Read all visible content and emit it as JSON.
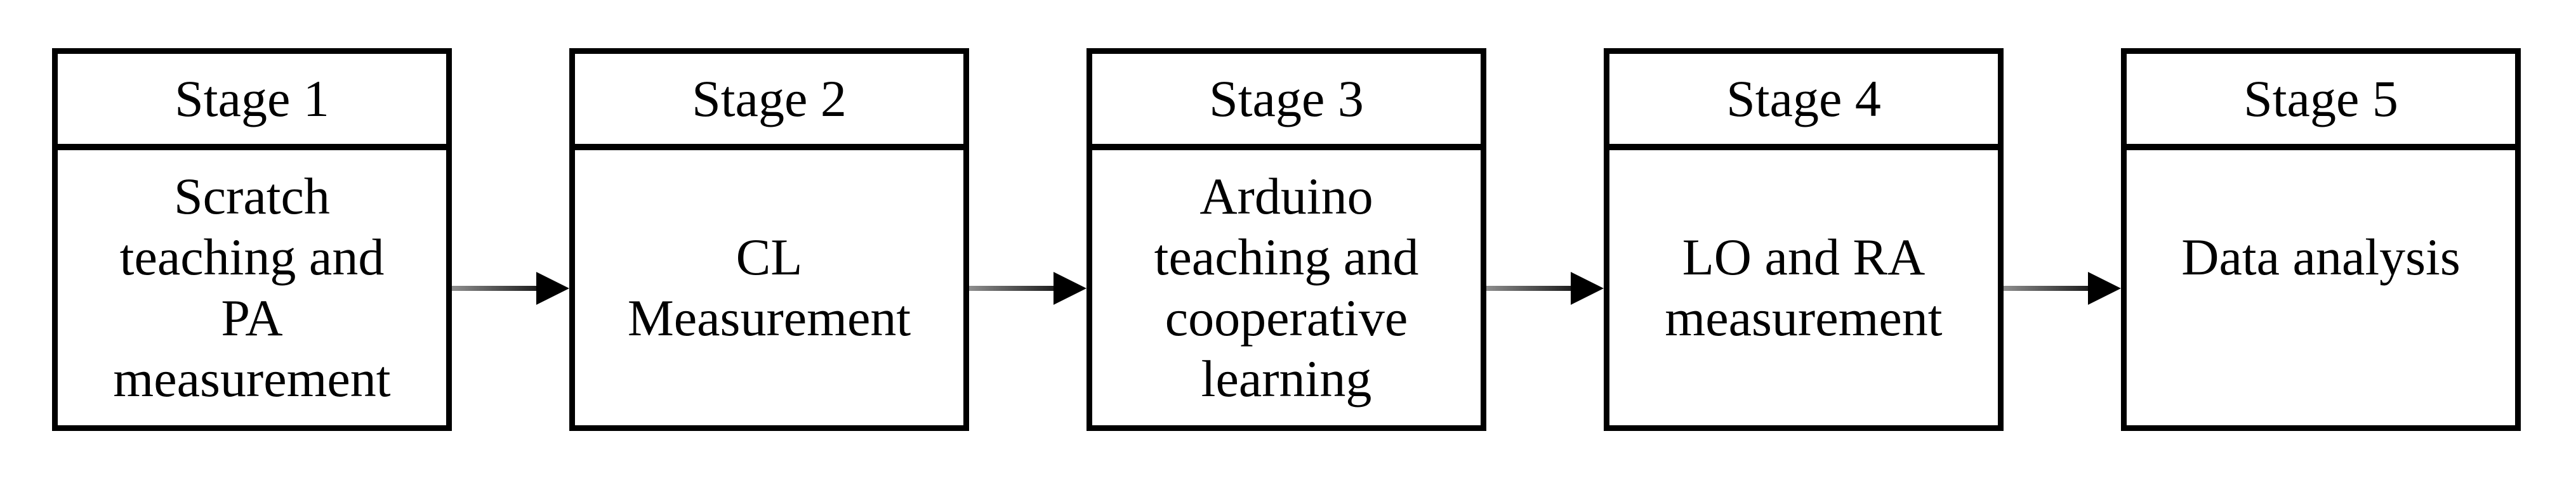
{
  "figure": {
    "type": "flowchart",
    "direction": "left-to-right",
    "colors": {
      "background": "#ffffff",
      "border": "#000000",
      "text": "#000000",
      "arrow_shaft_start": "#8e8e8e",
      "arrow_shaft_end": "#1c1c1c",
      "arrow_head": "#000000"
    },
    "stages": [
      {
        "title": "Stage 1",
        "body_lines": [
          "Scratch",
          "teaching and",
          "PA",
          "measurement"
        ]
      },
      {
        "title": "Stage 2",
        "body_lines": [
          "CL",
          "Measurement"
        ]
      },
      {
        "title": "Stage 3",
        "body_lines": [
          "Arduino",
          "teaching and",
          "cooperative",
          "learning"
        ]
      },
      {
        "title": "Stage 4",
        "body_lines": [
          "LO and RA",
          "measurement"
        ]
      },
      {
        "title": "Stage 5",
        "body_lines": [
          "Data analysis"
        ]
      }
    ],
    "connections": [
      {
        "from": "Stage 1",
        "to": "Stage 2"
      },
      {
        "from": "Stage 2",
        "to": "Stage 3"
      },
      {
        "from": "Stage 3",
        "to": "Stage 4"
      },
      {
        "from": "Stage 4",
        "to": "Stage 5"
      }
    ]
  }
}
